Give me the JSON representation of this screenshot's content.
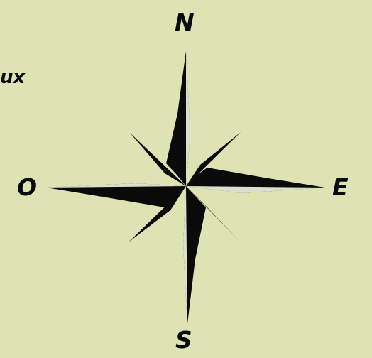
{
  "fragment_text": "ux",
  "labels": {
    "north": "N",
    "south": "S",
    "west": "O",
    "east": "E"
  },
  "colors": {
    "background": "#dde3b3",
    "ink": "#0a0a0a"
  }
}
